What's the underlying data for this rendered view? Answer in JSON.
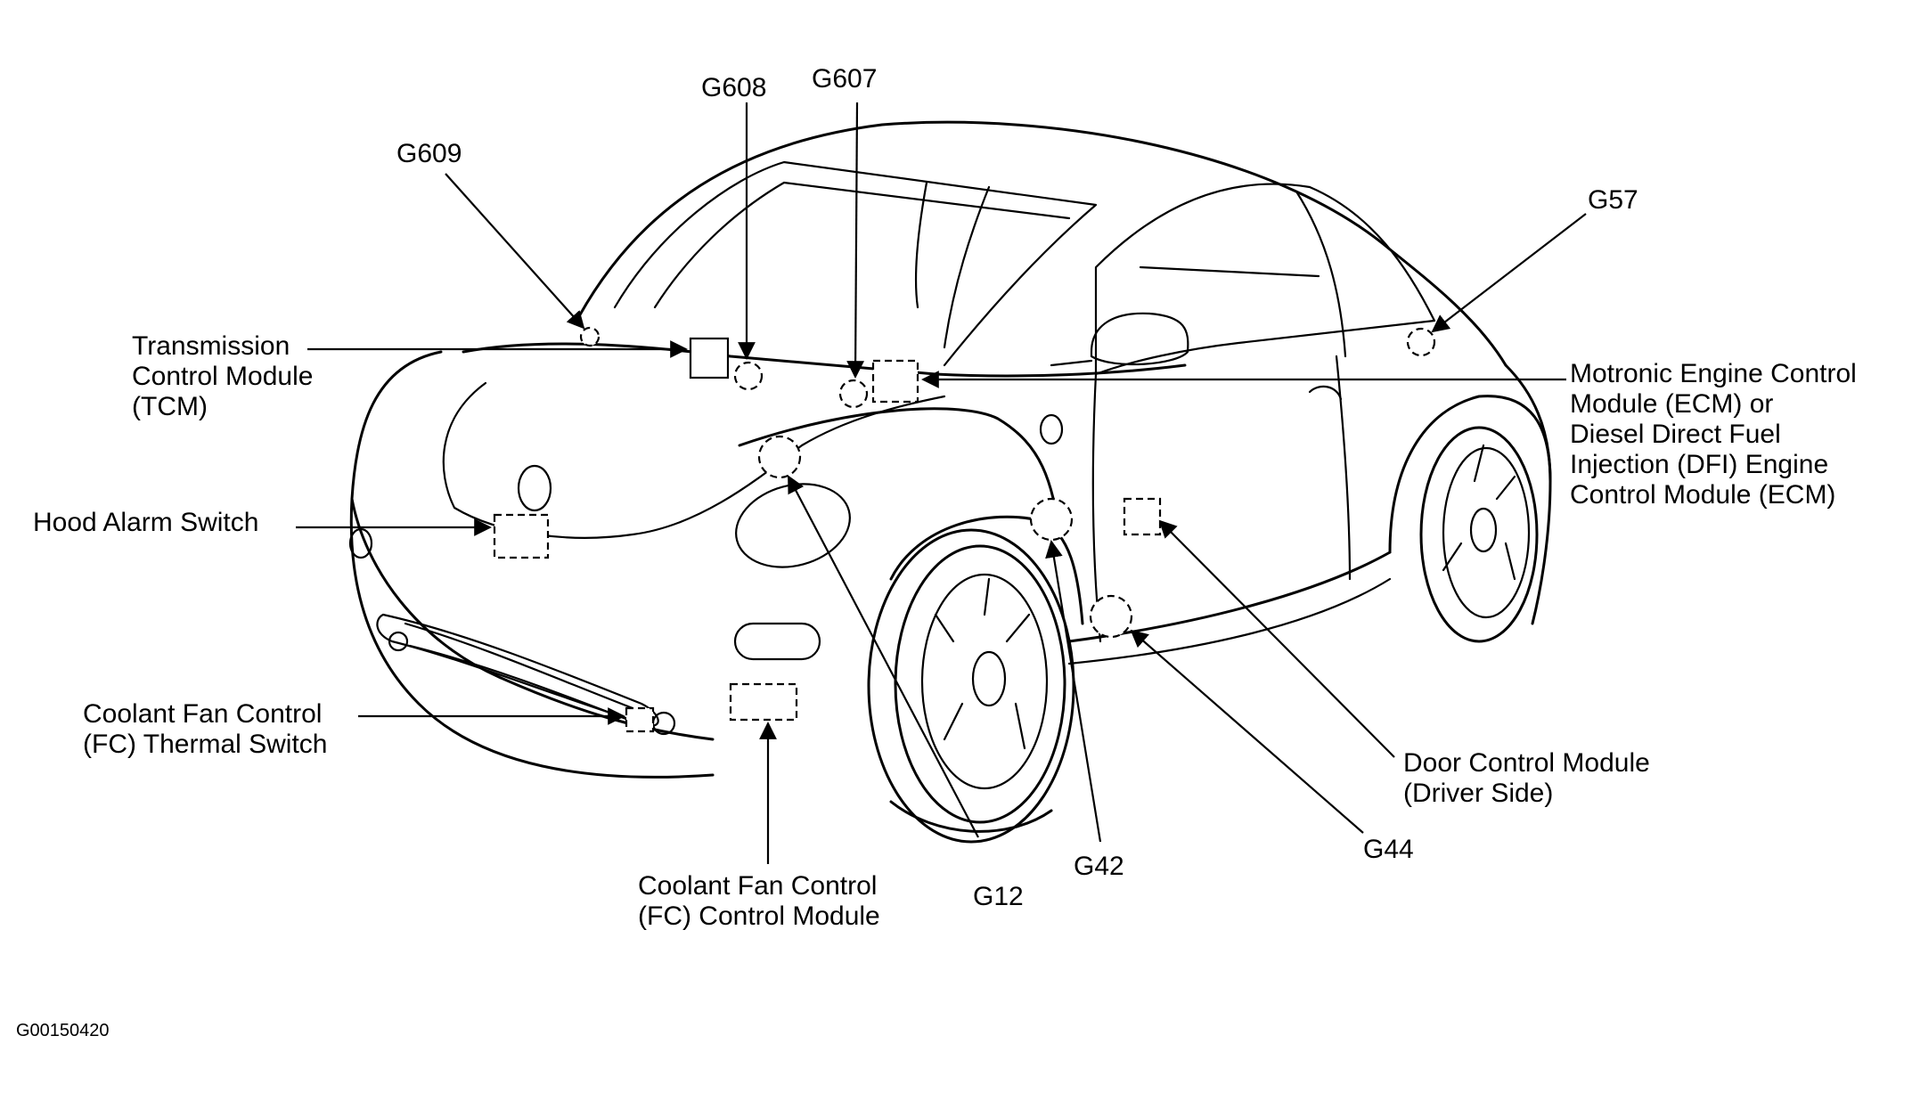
{
  "diagram": {
    "labels": {
      "g609": "G609",
      "g608": "G608",
      "g607": "G607",
      "g57": "G57",
      "tcm": [
        "Transmission",
        "Control Module",
        "(TCM)"
      ],
      "ecm": [
        "Motronic Engine Control",
        "Module (ECM) or",
        "Diesel Direct Fuel",
        "Injection (DFI) Engine",
        "Control Module (ECM)"
      ],
      "hood_alarm": "Hood Alarm Switch",
      "fc_thermal": [
        "Coolant Fan Control",
        "(FC) Thermal Switch"
      ],
      "fc_module": [
        "Coolant Fan Control",
        "(FC) Control Module"
      ],
      "g12": "G12",
      "g42": "G42",
      "g44": "G44",
      "door_module": [
        "Door Control Module",
        "(Driver Side)"
      ]
    },
    "figure_code": "G00150420"
  }
}
